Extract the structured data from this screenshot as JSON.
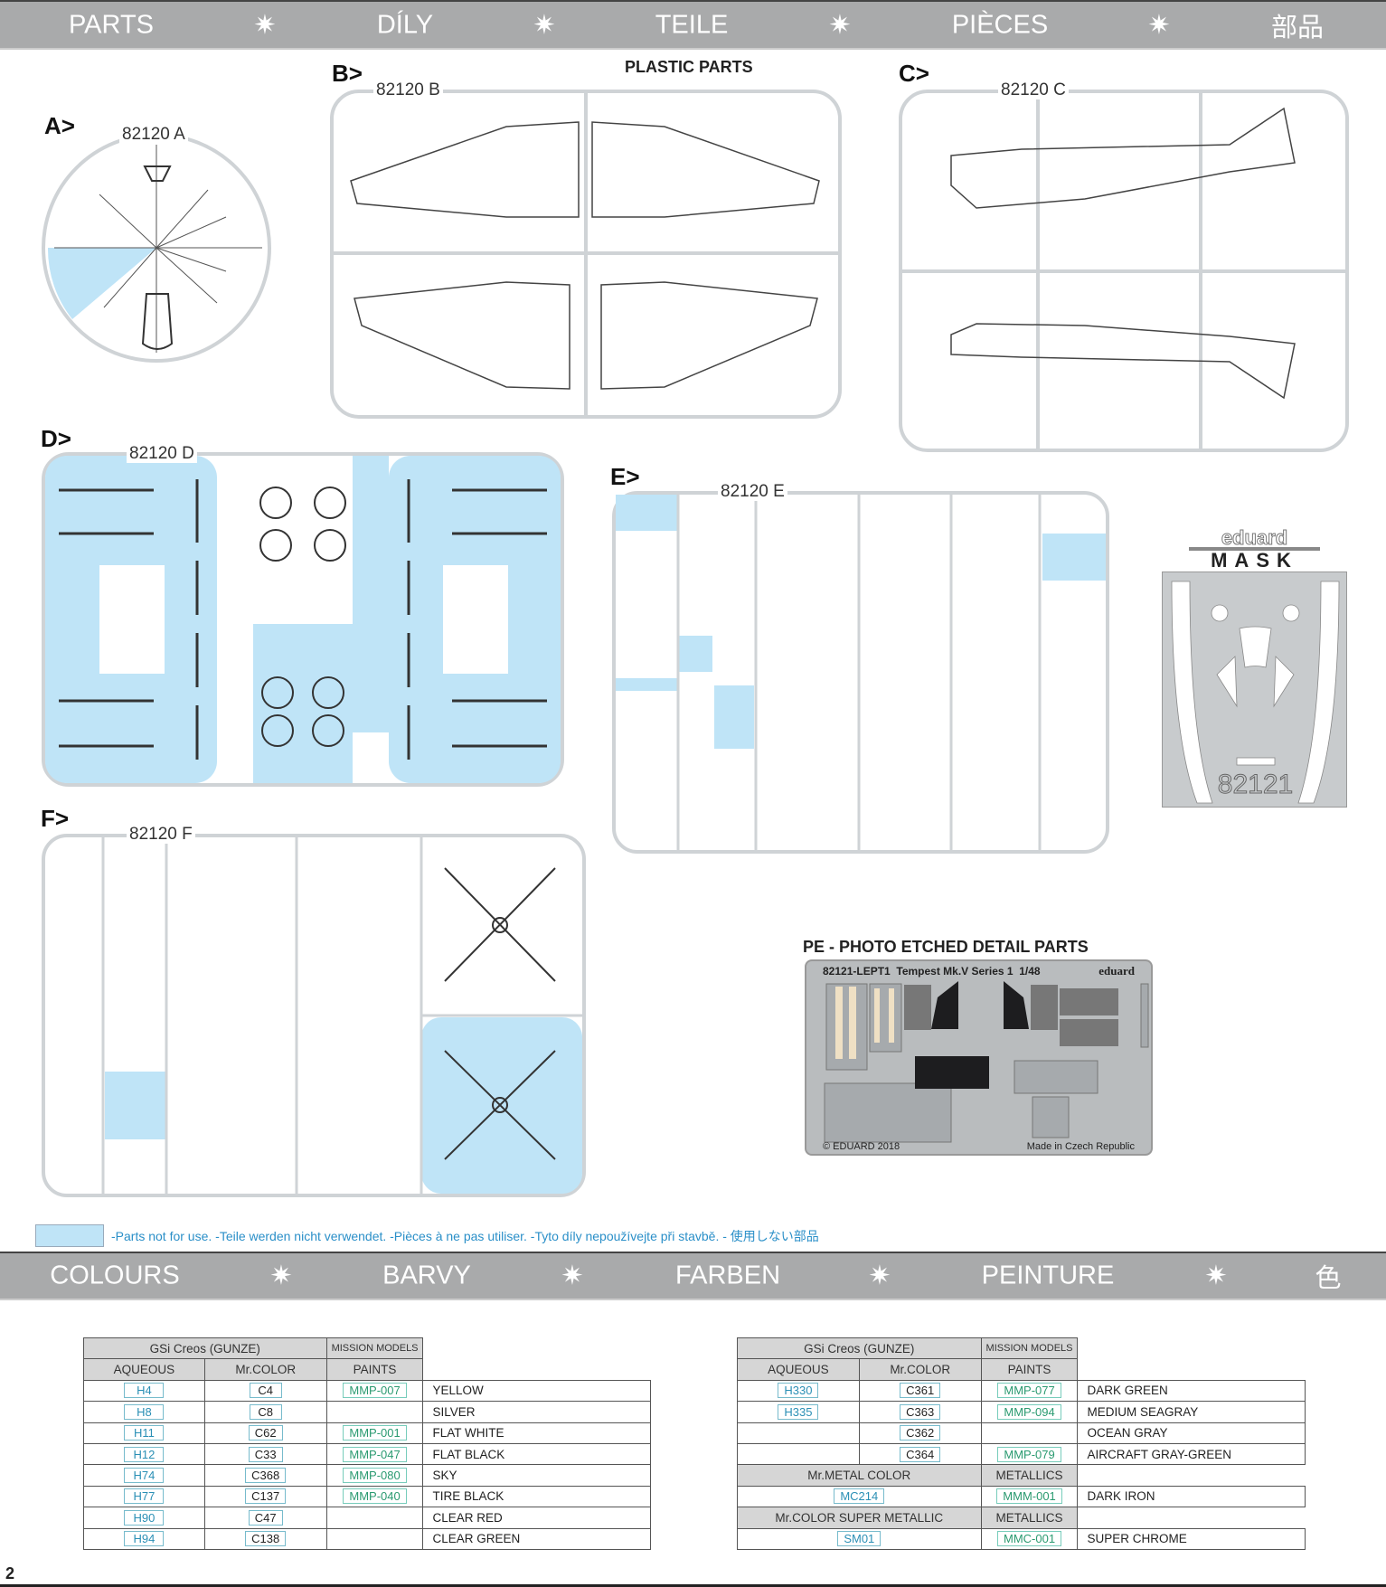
{
  "parts_header": {
    "items": [
      "PARTS",
      "DÍLY",
      "TEILE",
      "PIÈCES",
      "部品"
    ],
    "separator": "✷"
  },
  "plastic_title": "PLASTIC PARTS",
  "sprues": {
    "A": {
      "letter": "A>",
      "code": "82120 A"
    },
    "B": {
      "letter": "B>",
      "code": "82120 B"
    },
    "C": {
      "letter": "C>",
      "code": "82120 C"
    },
    "D": {
      "letter": "D>",
      "code": "82120 D"
    },
    "E": {
      "letter": "E>",
      "code": "82120 E"
    },
    "F": {
      "letter": "F>",
      "code": "82120 F"
    }
  },
  "mask": {
    "brand": "eduard",
    "title": "MASK",
    "number": "82121"
  },
  "pe": {
    "title": "PE - PHOTO ETCHED DETAIL PARTS",
    "fret_title": "82121-LEPT1  Tempest Mk.V Series 1  1/48",
    "brand": "eduard",
    "copyright": "© EDUARD 2018",
    "made_in": "Made in Czech Republic"
  },
  "notice": {
    "text": "-Parts not for use. -Teile werden nicht verwendet. -Pièces à ne pas utiliser. -Tyto díly nepoužívejte při stavbě. -  使用しない部品",
    "swatch_color": "#bfe4f7"
  },
  "colours_header": {
    "items": [
      "COLOURS",
      "BARVY",
      "FARBEN",
      "PEINTURE",
      "色"
    ],
    "separator": "✷"
  },
  "colour_table_left": {
    "h1": "GSi Creos (GUNZE)",
    "h1b": "MISSION MODELS",
    "h2": [
      "AQUEOUS",
      "Mr.COLOR",
      "PAINTS"
    ],
    "rows": [
      {
        "aq": "H4",
        "mc": "C4",
        "mmp": "MMP-007",
        "name": "YELLOW"
      },
      {
        "aq": "H8",
        "mc": "C8",
        "mmp": "",
        "name": "SILVER"
      },
      {
        "aq": "H11",
        "mc": "C62",
        "mmp": "MMP-001",
        "name": "FLAT WHITE"
      },
      {
        "aq": "H12",
        "mc": "C33",
        "mmp": "MMP-047",
        "name": "FLAT BLACK"
      },
      {
        "aq": "H74",
        "mc": "C368",
        "mmp": "MMP-080",
        "name": "SKY"
      },
      {
        "aq": "H77",
        "mc": "C137",
        "mmp": "MMP-040",
        "name": "TIRE BLACK"
      },
      {
        "aq": "H90",
        "mc": "C47",
        "mmp": "",
        "name": "CLEAR RED"
      },
      {
        "aq": "H94",
        "mc": "C138",
        "mmp": "",
        "name": "CLEAR GREEN"
      }
    ]
  },
  "colour_table_right": {
    "h1": "GSi Creos (GUNZE)",
    "h1b": "MISSION MODELS",
    "h2": [
      "AQUEOUS",
      "Mr.COLOR",
      "PAINTS"
    ],
    "rows": [
      {
        "aq": "H330",
        "mc": "C361",
        "mmp": "MMP-077",
        "name": "DARK GREEN"
      },
      {
        "aq": "H335",
        "mc": "C363",
        "mmp": "MMP-094",
        "name": "MEDIUM SEAGRAY"
      },
      {
        "aq": "",
        "mc": "C362",
        "mmp": "",
        "name": "OCEAN GRAY"
      },
      {
        "aq": "",
        "mc": "C364",
        "mmp": "MMP-079",
        "name": "AIRCRAFT GRAY-GREEN"
      }
    ],
    "metal_header": "Mr.METAL COLOR",
    "metal_header_b": "METALLICS",
    "metal_row": {
      "code": "MC214",
      "mmp": "MMM-001",
      "name": "DARK IRON"
    },
    "super_header": "Mr.COLOR SUPER METALLIC",
    "super_header_b": "METALLICS",
    "super_row": {
      "code": "SM01",
      "mmp": "MMC-001",
      "name": "SUPER CHROME"
    }
  },
  "page_number": "2"
}
